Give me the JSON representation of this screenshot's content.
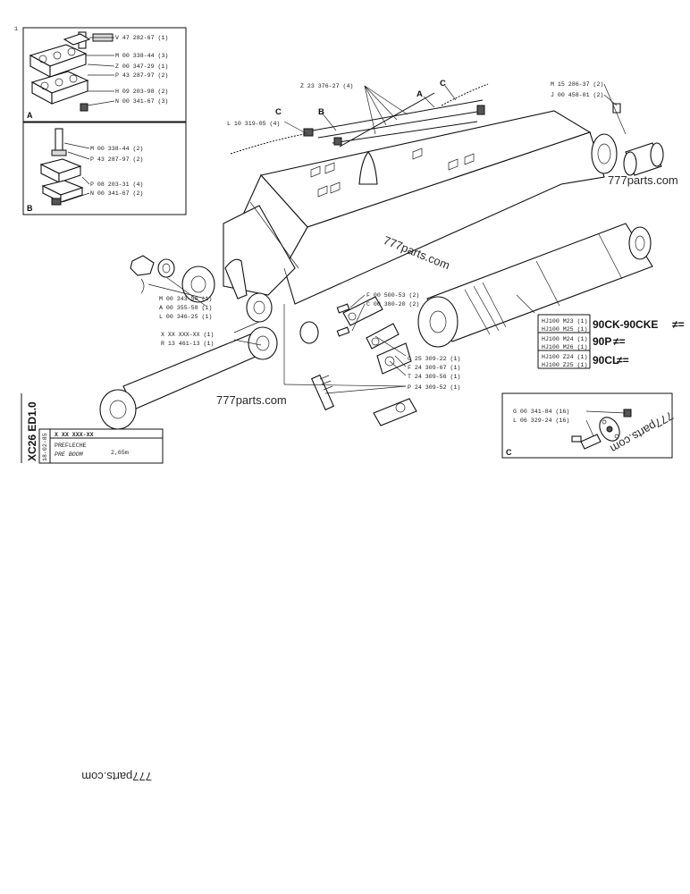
{
  "sheet": {
    "corner_mark": "1"
  },
  "inset_a": {
    "letter": "A",
    "labels": [
      "V 47 282-67 (1)",
      "M 00 338-44 (3)",
      "Z 00 347-29 (1)",
      "P 43 287-97 (2)",
      "H 09 203-98 (2)",
      "N 00 341-67 (3)"
    ]
  },
  "inset_b": {
    "letter": "B",
    "labels": [
      "M 00 338-44 (2)",
      "P 43 287-97 (2)",
      "P 08 203-31 (4)",
      "N 00 341-67 (2)"
    ]
  },
  "inset_c": {
    "letter": "C",
    "labels": [
      "G 00 341-84 (16)",
      "L 06 329-24 (16)"
    ]
  },
  "callouts": {
    "z23": "Z 23 376-27 (4)",
    "l10": "L 10 319-05 (4)",
    "m15": "M 15 286-37 (2)",
    "j00": "J 00 458-01 (2)",
    "m00_343": "M 00 343-50 (1)",
    "a00": "A 00 355-58 (1)",
    "l00": "L 00 346-25 (1)",
    "xx": "X XX XXX-XX (1)",
    "r13": "R 13 461-13 (1)",
    "f00": "F 00 500-53 (2)",
    "c00": "C 00 380-20 (2)",
    "c25": "C 25 309-22 (1)",
    "f24": "F 24 309-67 (1)",
    "t24": "T 24 309-56 (1)",
    "p24": "P 24 309-52 (1)",
    "letter_a": "A",
    "letter_b": "B",
    "letter_c": "C"
  },
  "cylinder_table": {
    "rows": [
      "HJ100 M23 (1)",
      "HJ100 M25 (1)",
      "HJ100 M24 (1)",
      "HJ100 M26 (1)",
      "HJ100 Z24 (1)",
      "HJ100 Z25 (1)"
    ],
    "model_labels": [
      "90CK-90CKE",
      "90P",
      "90CL"
    ]
  },
  "title_block": {
    "part_code": "X XX XXX-XX",
    "title_fr": "PREFLECHE",
    "title_en": "PRE BOOM",
    "length": "2,65m",
    "date": "18-02-85",
    "drawing_no": "XC26 ED1.0"
  },
  "watermarks": [
    "777parts.com",
    "777parts.com",
    "777parts.com",
    "777parts.com",
    "777parts.com"
  ]
}
